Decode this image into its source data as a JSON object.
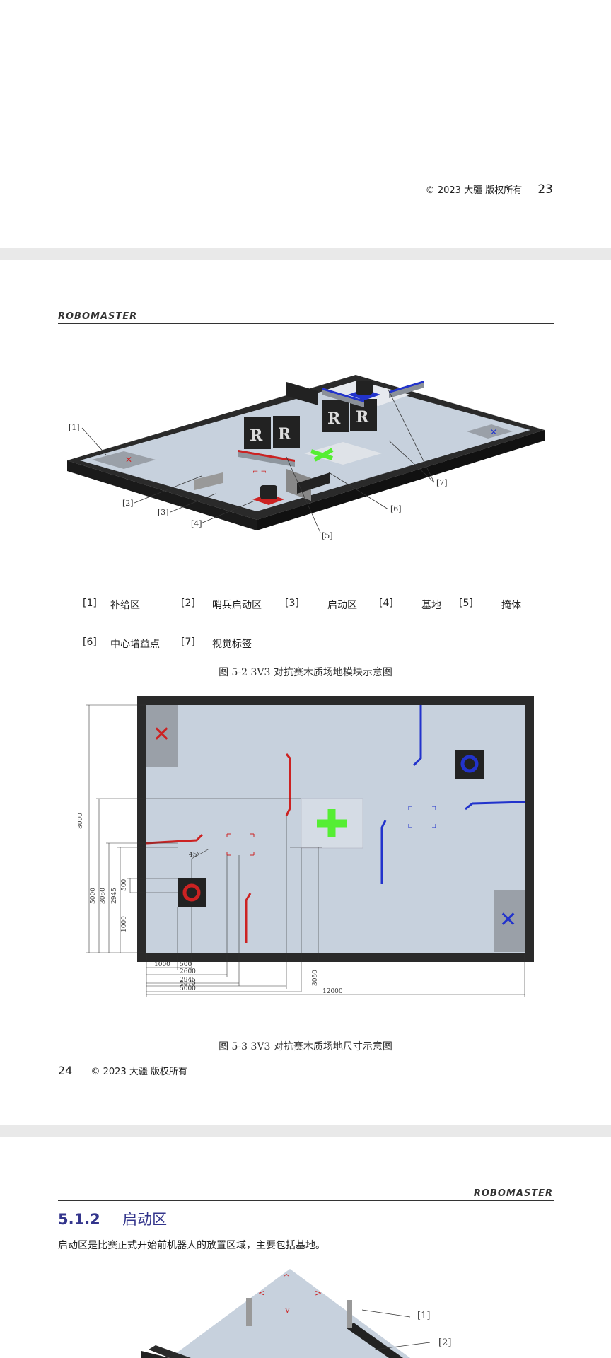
{
  "page1": {
    "copyright": "© 2023 大疆 版权所有",
    "page_number": "23"
  },
  "page2": {
    "header_logo": "ROBOMASTER",
    "figure1": {
      "callouts": [
        "[1]",
        "[2]",
        "[3]",
        "[4]",
        "[5]",
        "[6]",
        "[7]"
      ],
      "legend": [
        {
          "num": "[1]",
          "label": "补给区"
        },
        {
          "num": "[2]",
          "label": "哨兵启动区"
        },
        {
          "num": "[3]",
          "label": "启动区"
        },
        {
          "num": "[4]",
          "label": "基地"
        },
        {
          "num": "[5]",
          "label": "掩体"
        },
        {
          "num": "[6]",
          "label": "中心增益点"
        },
        {
          "num": "[7]",
          "label": "视觉标签"
        }
      ],
      "caption": "图 5-2 3V3 对抗赛木质场地模块示意图"
    },
    "figure2": {
      "dims_vertical": [
        "8000",
        "5000",
        "3050",
        "2945",
        "1000",
        "500"
      ],
      "dims_horizontal": [
        "1000",
        "500",
        "2600",
        "2945",
        "4575",
        "5000",
        "12000"
      ],
      "dim_right": "3050",
      "angle": "45°",
      "caption": "图 5-3 3V3 对抗赛木质场地尺寸示意图"
    },
    "copyright": "© 2023 大疆 版权所有",
    "page_number": "24"
  },
  "page3": {
    "header_logo": "ROBOMASTER",
    "section_number": "5.1.2",
    "section_title": "启动区",
    "body": "启动区是比赛正式开始前机器人的放置区域，主要包括基地。",
    "callouts": [
      "[1]",
      "[2]"
    ]
  },
  "colors": {
    "red_team": "#cc2222",
    "blue_team": "#2233cc",
    "buff": "#55ee33",
    "floor": "#c7d1dd",
    "wall": "#2a2a2a",
    "heading": "#33358c"
  }
}
